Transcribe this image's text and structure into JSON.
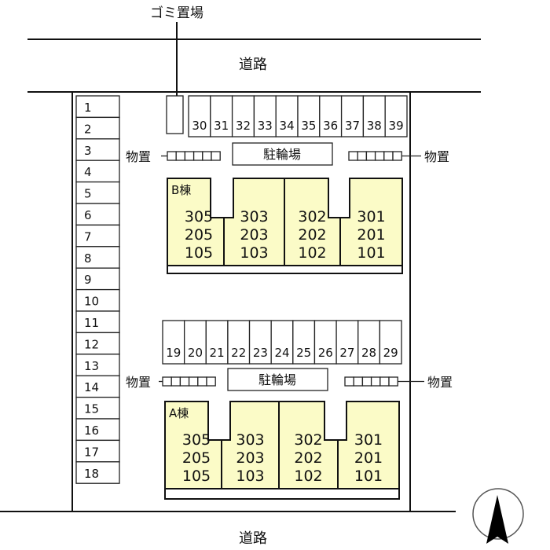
{
  "labels": {
    "garbage": "ゴミ置場",
    "road_top": "道路",
    "road_bottom": "道路",
    "storage": "物置",
    "bicycle_parking": "駐輪場"
  },
  "left_parking": [
    "1",
    "2",
    "3",
    "4",
    "5",
    "6",
    "7",
    "8",
    "9",
    "10",
    "11",
    "12",
    "13",
    "14",
    "15",
    "16",
    "17",
    "18"
  ],
  "top_parking": [
    "30",
    "31",
    "32",
    "33",
    "34",
    "35",
    "36",
    "37",
    "38",
    "39"
  ],
  "middle_parking": [
    "19",
    "20",
    "21",
    "22",
    "23",
    "24",
    "25",
    "26",
    "27",
    "28",
    "29"
  ],
  "buildings": [
    {
      "name": "B棟",
      "units": [
        [
          "305",
          "205",
          "105"
        ],
        [
          "303",
          "203",
          "103"
        ],
        [
          "302",
          "202",
          "102"
        ],
        [
          "301",
          "201",
          "101"
        ]
      ]
    },
    {
      "name": "A棟",
      "units": [
        [
          "305",
          "205",
          "105"
        ],
        [
          "303",
          "203",
          "103"
        ],
        [
          "302",
          "202",
          "102"
        ],
        [
          "301",
          "201",
          "101"
        ]
      ]
    }
  ],
  "colors": {
    "building_fill": "#fbfbc7"
  }
}
